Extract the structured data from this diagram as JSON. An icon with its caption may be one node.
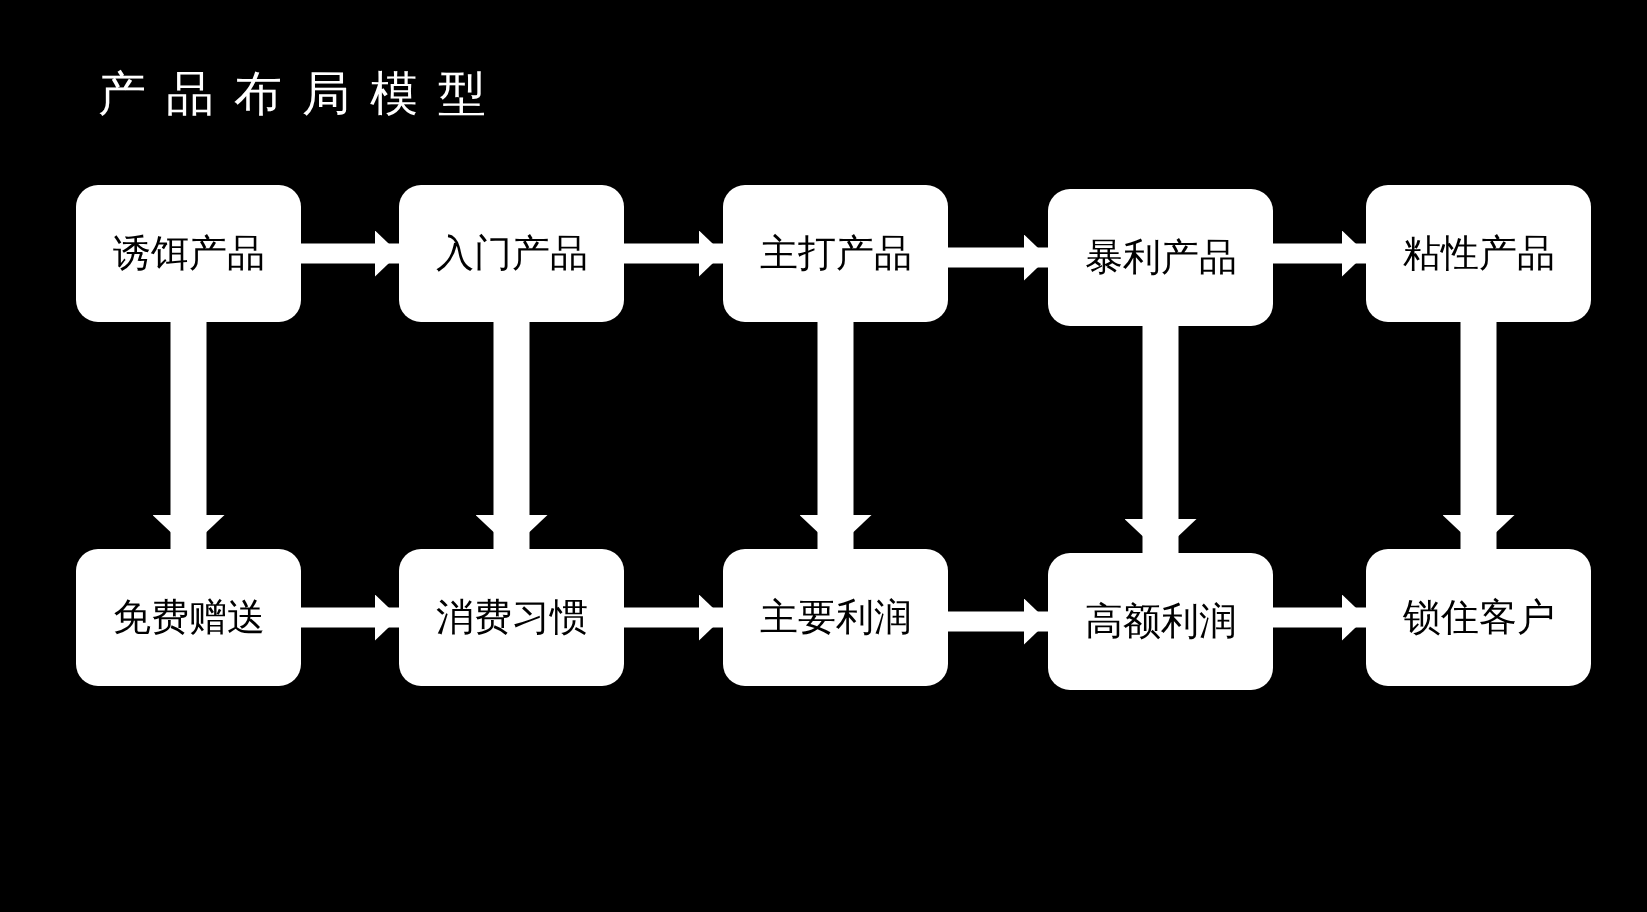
{
  "diagram": {
    "title": "产品布局模型",
    "nodes": [
      {
        "text": [
          "诱饵产品"
        ]
      },
      {
        "text": [
          "入门产品"
        ]
      },
      {
        "text": [
          "主打产品"
        ]
      },
      {
        "text": [
          "暴利产品"
        ]
      },
      {
        "text": [
          "粘性产品"
        ]
      },
      {
        "text": [
          "免费赠送"
        ]
      },
      {
        "text": [
          "消费习惯"
        ]
      },
      {
        "text": [
          "主要利润"
        ]
      },
      {
        "text": [
          "高额利润"
        ]
      },
      {
        "text": [
          "锁住客户"
        ]
      }
    ],
    "edges": [
      {
        "from": 0,
        "to": 1,
        "arrow": "to"
      },
      {
        "from": 1,
        "to": 2,
        "arrow": "to"
      },
      {
        "from": 2,
        "to": 3,
        "arrow": "to"
      },
      {
        "from": 3,
        "to": 4,
        "arrow": "to"
      },
      {
        "from": 0,
        "to": 5,
        "arrow": "to",
        "style": "thick"
      },
      {
        "from": 1,
        "to": 6,
        "arrow": "to",
        "style": "thick"
      },
      {
        "from": 2,
        "to": 7,
        "arrow": "to",
        "style": "thick"
      },
      {
        "from": 3,
        "to": 8,
        "arrow": "to",
        "style": "thick"
      },
      {
        "from": 4,
        "to": 9,
        "arrow": "to",
        "style": "thick"
      },
      {
        "from": 5,
        "to": 6,
        "arrow": "to"
      },
      {
        "from": 6,
        "to": 7,
        "arrow": "to"
      },
      {
        "from": 7,
        "to": 8,
        "arrow": "to"
      },
      {
        "from": 8,
        "to": 9,
        "arrow": "to"
      }
    ]
  }
}
